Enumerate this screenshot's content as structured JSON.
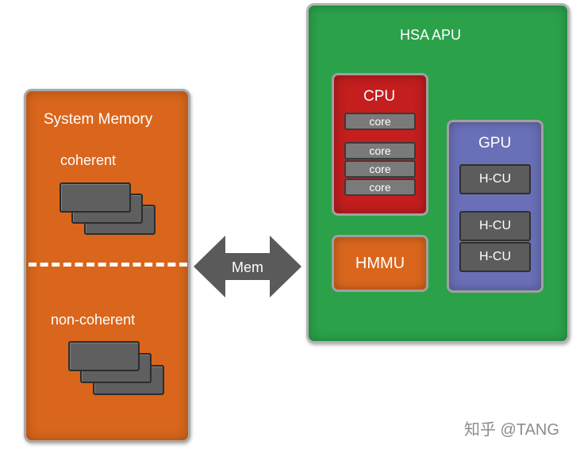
{
  "system_memory": {
    "title": "System Memory",
    "coherent_label": "coherent",
    "non_coherent_label": "non-coherent"
  },
  "link": {
    "label": "Mem"
  },
  "apu": {
    "title": "HSA APU",
    "cpu": {
      "title": "CPU",
      "cores": [
        "core",
        "core",
        "core",
        "core"
      ]
    },
    "gpu": {
      "title": "GPU",
      "units": [
        "H-CU",
        "H-CU",
        "H-CU"
      ]
    },
    "hmmu": {
      "label": "HMMU"
    }
  },
  "watermark": "知乎 @TANG",
  "colors": {
    "memory": "#d9661c",
    "apu": "#2ba14a",
    "cpu": "#c41e1e",
    "gpu": "#6a70b8",
    "arrow": "#5a5a5a"
  }
}
